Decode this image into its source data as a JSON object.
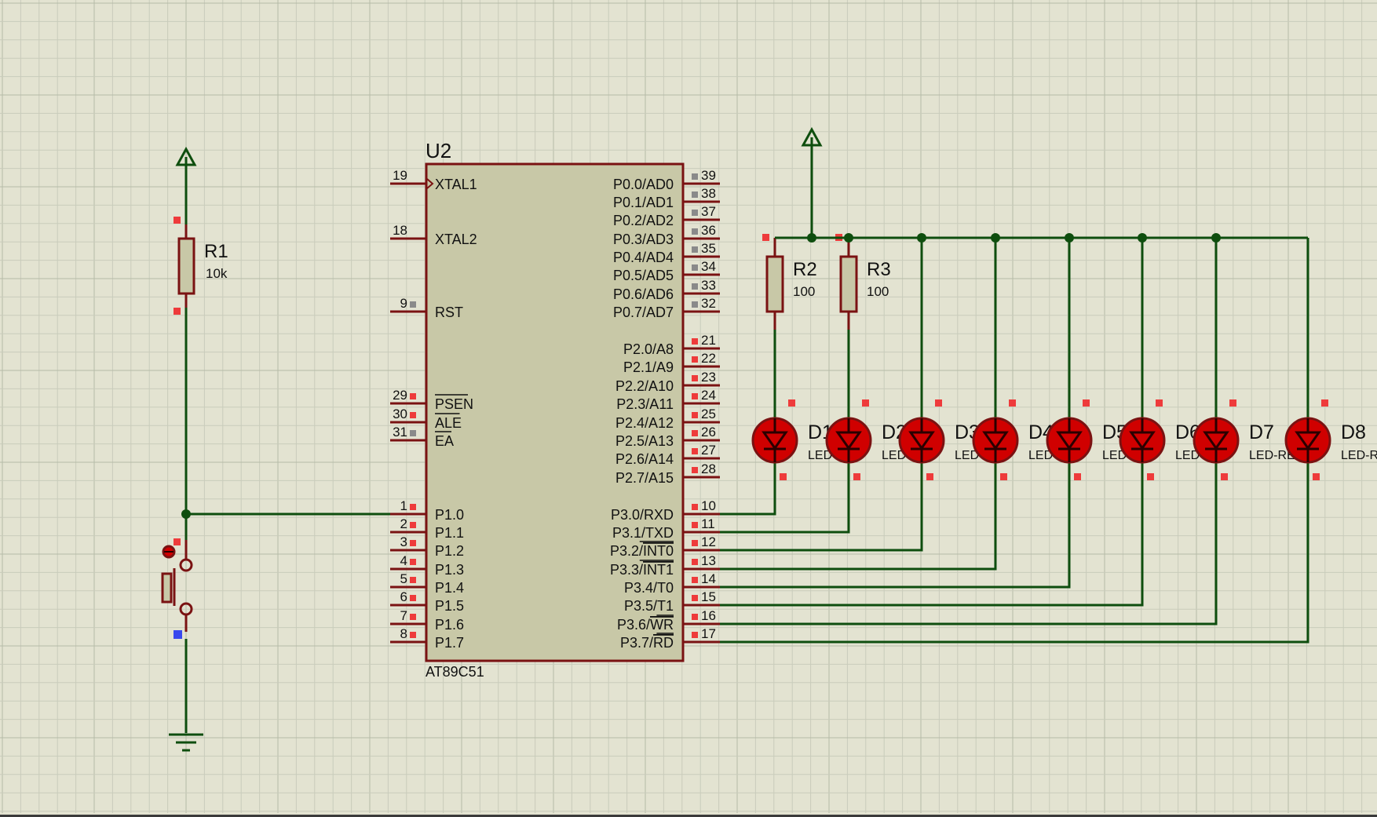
{
  "app": {
    "canvas_color": "#e3e3d1",
    "grid_color": "#c9ccbb",
    "grid_major_color": "#b6bba8",
    "wire_color": "#0e4e0e",
    "body_fill": "#c8c8a7",
    "body_stroke": "#7a1212",
    "pin_color": "#7a1212",
    "marker_red": "#ee3b3b",
    "marker_grey": "#8a8a8a",
    "marker_blue": "#3848ee",
    "led_fill": "#d00000",
    "led_dark": "#2a0000",
    "text_color": "#111111"
  },
  "mcu": {
    "ref": "U2",
    "part": "AT89C51",
    "left_pins": [
      {
        "num": "19",
        "name": "XTAL1",
        "marker": "none",
        "clock": true
      },
      {
        "num": "18",
        "name": "XTAL2",
        "marker": "none"
      },
      {
        "num": "9",
        "name": "RST",
        "marker": "grey"
      },
      {
        "num": "29",
        "name": "PSEN",
        "marker": "red",
        "overline": true
      },
      {
        "num": "30",
        "name": "ALE",
        "marker": "red",
        "overline": true
      },
      {
        "num": "31",
        "name": "EA",
        "marker": "grey",
        "overline": true
      },
      {
        "num": "1",
        "name": "P1.0",
        "marker": "red"
      },
      {
        "num": "2",
        "name": "P1.1",
        "marker": "red"
      },
      {
        "num": "3",
        "name": "P1.2",
        "marker": "red"
      },
      {
        "num": "4",
        "name": "P1.3",
        "marker": "red"
      },
      {
        "num": "5",
        "name": "P1.4",
        "marker": "red"
      },
      {
        "num": "6",
        "name": "P1.5",
        "marker": "red"
      },
      {
        "num": "7",
        "name": "P1.6",
        "marker": "red"
      },
      {
        "num": "8",
        "name": "P1.7",
        "marker": "red"
      }
    ],
    "right_pins": [
      {
        "num": "39",
        "name": "P0.0/AD0",
        "marker": "grey"
      },
      {
        "num": "38",
        "name": "P0.1/AD1",
        "marker": "grey"
      },
      {
        "num": "37",
        "name": "P0.2/AD2",
        "marker": "grey"
      },
      {
        "num": "36",
        "name": "P0.3/AD3",
        "marker": "grey"
      },
      {
        "num": "35",
        "name": "P0.4/AD4",
        "marker": "grey"
      },
      {
        "num": "34",
        "name": "P0.5/AD5",
        "marker": "grey"
      },
      {
        "num": "33",
        "name": "P0.6/AD6",
        "marker": "grey"
      },
      {
        "num": "32",
        "name": "P0.7/AD7",
        "marker": "grey"
      },
      {
        "num": "21",
        "name": "P2.0/A8",
        "marker": "red"
      },
      {
        "num": "22",
        "name": "P2.1/A9",
        "marker": "red"
      },
      {
        "num": "23",
        "name": "P2.2/A10",
        "marker": "red"
      },
      {
        "num": "24",
        "name": "P2.3/A11",
        "marker": "red"
      },
      {
        "num": "25",
        "name": "P2.4/A12",
        "marker": "red"
      },
      {
        "num": "26",
        "name": "P2.5/A13",
        "marker": "red"
      },
      {
        "num": "27",
        "name": "P2.6/A14",
        "marker": "red"
      },
      {
        "num": "28",
        "name": "P2.7/A15",
        "marker": "red"
      },
      {
        "num": "10",
        "name": "P3.0/RXD",
        "marker": "red"
      },
      {
        "num": "11",
        "name": "P3.1/TXD",
        "marker": "red"
      },
      {
        "num": "12",
        "name": "P3.2/",
        "over": "INT0",
        "marker": "red"
      },
      {
        "num": "13",
        "name": "P3.3/",
        "over": "INT1",
        "marker": "red"
      },
      {
        "num": "14",
        "name": "P3.4/T0",
        "marker": "red"
      },
      {
        "num": "15",
        "name": "P3.5/T1",
        "marker": "red"
      },
      {
        "num": "16",
        "name": "P3.6/",
        "over": "WR",
        "marker": "red"
      },
      {
        "num": "17",
        "name": "P3.7/",
        "over": "RD",
        "marker": "red"
      }
    ]
  },
  "r1": {
    "ref": "R1",
    "value": "10k"
  },
  "r2": {
    "ref": "R2",
    "value": "100"
  },
  "r3": {
    "ref": "R3",
    "value": "100"
  },
  "leds": [
    {
      "ref": "D1",
      "type": "LED-RED"
    },
    {
      "ref": "D2",
      "type": "LED-RED"
    },
    {
      "ref": "D3",
      "type": "LED-RED"
    },
    {
      "ref": "D4",
      "type": "LED-RED"
    },
    {
      "ref": "D5",
      "type": "LED-RED"
    },
    {
      "ref": "D6",
      "type": "LED-RED"
    },
    {
      "ref": "D7",
      "type": "LED-RED"
    },
    {
      "ref": "D8",
      "type": "LED-RED"
    }
  ],
  "icons": {
    "power": "power-terminal-icon",
    "ground": "ground-terminal-icon",
    "button": "push-button-icon",
    "led": "led-diode-icon",
    "resistor": "resistor-icon"
  }
}
